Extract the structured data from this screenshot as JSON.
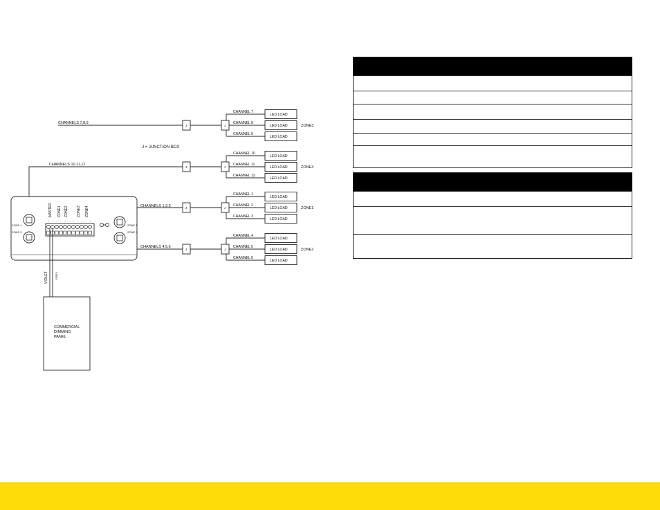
{
  "colors": {
    "footer_bar": "#fddc0a",
    "table_header": "#000000",
    "line": "#222222"
  },
  "diagram": {
    "legend": "J = JUNCTION BOX",
    "junction_label": "J",
    "load_label": "LED LOAD",
    "runs": [
      {
        "label": "CHANNELS 7,8,9",
        "zone": "ZONE3",
        "channels": [
          "CHANNEL 7",
          "CHANNEL 8",
          "CHANNEL 9"
        ]
      },
      {
        "label": "CHANNELS 10,11,12",
        "zone": "ZONE4",
        "channels": [
          "CHANNEL 10",
          "CHANNEL 11",
          "CHANNEL 12"
        ]
      },
      {
        "label": "CHANNELS 1,2,3",
        "zone": "ZONE1",
        "channels": [
          "CHANNEL 1",
          "CHANNEL 2",
          "CHANNEL 3"
        ]
      },
      {
        "label": "CHANNELS 4,5,6",
        "zone": "ZONE2",
        "channels": [
          "CHANNEL 4",
          "CHANNEL 5",
          "CHANNEL 6"
        ]
      }
    ],
    "controller": {
      "terminal_labels": [
        "MASTER",
        "ZONE1",
        "ZONE2",
        "ZONE3",
        "ZONE4"
      ],
      "port_labels": {
        "zone4": "ZONE 4",
        "zone3": "ZONE 3",
        "zone1": "ZONE 1",
        "zone2": "ZONE 2"
      }
    },
    "wires": [
      "VIOLET",
      "GREY"
    ],
    "panel_lines": [
      "COMMERCIAL",
      "DIMMING",
      "PANEL"
    ]
  },
  "tables": [
    {
      "rows": 6
    },
    {
      "rows": 3
    }
  ]
}
